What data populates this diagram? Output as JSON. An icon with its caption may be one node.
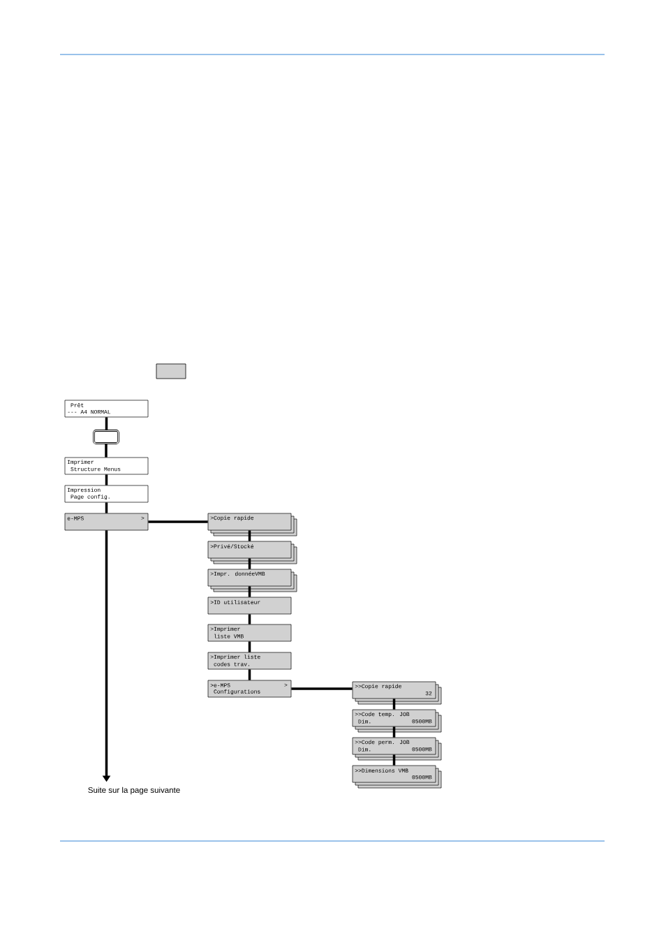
{
  "diagram": {
    "nodes": [
      {
        "text": [],
        "shape": "box"
      },
      {
        "text": [
          "Prêt",
          "--- A4 NORMAL"
        ]
      },
      {
        "text": [],
        "shape": "button"
      },
      {
        "text": [
          "Imprimer",
          "Structure Menus"
        ]
      },
      {
        "text": [
          "Impression",
          "Page config."
        ]
      },
      {
        "text": [
          "e-MPS",
          ">"
        ]
      },
      {
        "text": [
          ">Copie rapide"
        ]
      },
      {
        "text": [
          ">Privé/Stocké"
        ]
      },
      {
        "text": [
          ">Impr. donnéeVMB"
        ]
      },
      {
        "text": [
          ">ID utilisateur"
        ]
      },
      {
        "text": [
          ">Imprimer",
          "liste VMB"
        ]
      },
      {
        "text": [
          ">Imprimer liste",
          "codes trav."
        ]
      },
      {
        "text": [
          ">e-MPS",
          ">",
          "Configurations"
        ]
      },
      {
        "text": [
          ">>Copie rapide",
          "32"
        ]
      },
      {
        "text": [
          ">>Code temp. JOB",
          "Dim.",
          "0500MB"
        ]
      },
      {
        "text": [
          ">>Code perm. JOB",
          "Dim.",
          "0500MB"
        ]
      },
      {
        "text": [
          ">>Dimensions VMB",
          "0500MB"
        ]
      },
      {
        "text": [
          "Suite sur la page suivante"
        ]
      }
    ],
    "edges": [
      {
        "from": 1,
        "to": 2,
        "arrow": "none"
      },
      {
        "from": 2,
        "to": 3,
        "arrow": "none"
      },
      {
        "from": 3,
        "to": 4,
        "arrow": "none"
      },
      {
        "from": 4,
        "to": 5,
        "arrow": "none"
      },
      {
        "from": 5,
        "to": 17,
        "arrow": "to"
      },
      {
        "from": 5,
        "to": 6,
        "arrow": "none"
      },
      {
        "from": 6,
        "to": 7,
        "arrow": "none"
      },
      {
        "from": 7,
        "to": 8,
        "arrow": "none"
      },
      {
        "from": 8,
        "to": 9,
        "arrow": "none"
      },
      {
        "from": 9,
        "to": 10,
        "arrow": "none"
      },
      {
        "from": 10,
        "to": 11,
        "arrow": "none"
      },
      {
        "from": 11,
        "to": 12,
        "arrow": "none"
      },
      {
        "from": 12,
        "to": 13,
        "arrow": "none"
      },
      {
        "from": 13,
        "to": 14,
        "arrow": "none"
      },
      {
        "from": 14,
        "to": 15,
        "arrow": "none"
      },
      {
        "from": 15,
        "to": 16,
        "arrow": "none"
      }
    ]
  }
}
